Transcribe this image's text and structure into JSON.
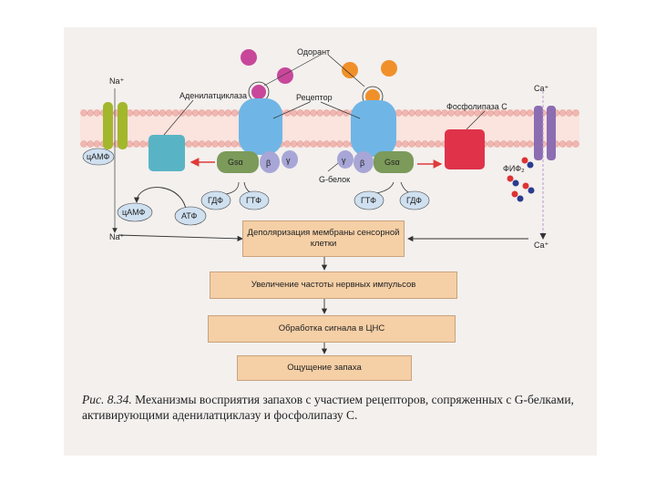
{
  "diagram": {
    "labels": {
      "odorant": "Одорант",
      "receptor": "Рецептор",
      "adenylate_cyclase": "Аденилатциклаза",
      "phospholipase_c": "Фосфолипаза С",
      "g_protein": "G-белок",
      "na_top": "Na⁺",
      "na_bottom": "Na⁺",
      "ca_top": "Ca⁺",
      "ca_bottom": "Ca⁺",
      "camp_channel": "цАМФ",
      "camp": "цАМФ",
      "atp": "АТФ",
      "gdp_left": "ГДФ",
      "gtp_left": "ГТФ",
      "gtp_right": "ГТФ",
      "gdp_right": "ГДФ",
      "gsa_left": "Gsα",
      "gsa_right": "Gsα",
      "beta_left": "β",
      "gamma_left": "γ",
      "gamma_right": "γ",
      "beta_right": "β",
      "pip2": "ФИФ₂"
    },
    "flow_steps": [
      "Деполяризация мембраны сенсорной клетки",
      "Увеличение частоты нервных импульсов",
      "Обработка сигнала в ЦНС",
      "Ощущение запаха"
    ],
    "colors": {
      "membrane_head": "#f2b6b0",
      "receptor": "#6fb6e6",
      "cyclase": "#58b4c4",
      "phospholipase": "#e0334a",
      "g_alpha": "#7c9a5a",
      "g_beta_gamma": "#a7a6d6",
      "odorant_magenta": "#c8479a",
      "odorant_orange": "#f0902a",
      "na_channel": "#a3b72c",
      "ca_channel": "#8c6db2",
      "flow_box": "#f5cfa6",
      "arrow_red": "#e03a3a"
    }
  },
  "caption": {
    "figure_number": "Рис. 8.34.",
    "text": "Механизмы восприятия запахов с участием рецепторов, сопряженных с G-белками, активирующими аденилатциклазу и фосфолипазу С."
  }
}
